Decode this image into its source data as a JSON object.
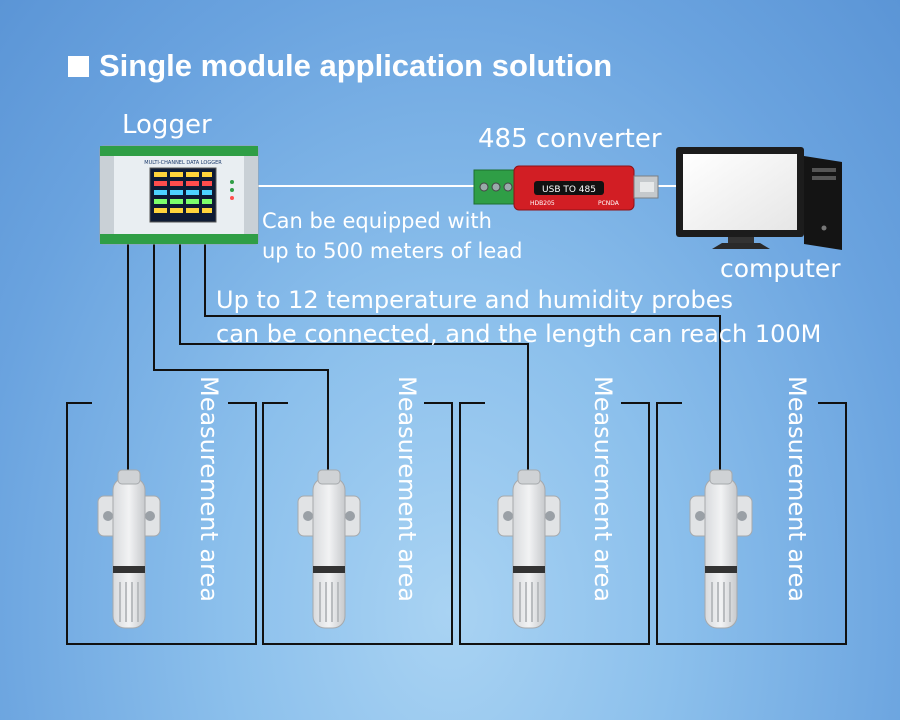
{
  "title": "Single module application solution",
  "labels": {
    "logger": "Logger",
    "converter": "485 converter",
    "computer": "computer"
  },
  "notes": {
    "lead_line1": "Can be equipped with",
    "lead_line2": "up to 500 meters of lead",
    "probes_line1": "Up to 12 temperature and humidity probes",
    "probes_line2": "can be connected, and the length can reach 100M"
  },
  "logger_panel_title": "MULTI-CHANNEL DATA LOGGER",
  "converter_device": {
    "model": "HDB205",
    "print": "USB TO 485",
    "brand": "PCNDA"
  },
  "areas": [
    {
      "label": "Measurement area"
    },
    {
      "label": "Measurement area"
    },
    {
      "label": "Measurement area"
    },
    {
      "label": "Measurement area"
    }
  ],
  "colors": {
    "background": "#6aa3df",
    "line": "#111111",
    "link": "#ffffff",
    "converter_body": "#d21e24",
    "terminal_green": "#2f9e46"
  }
}
